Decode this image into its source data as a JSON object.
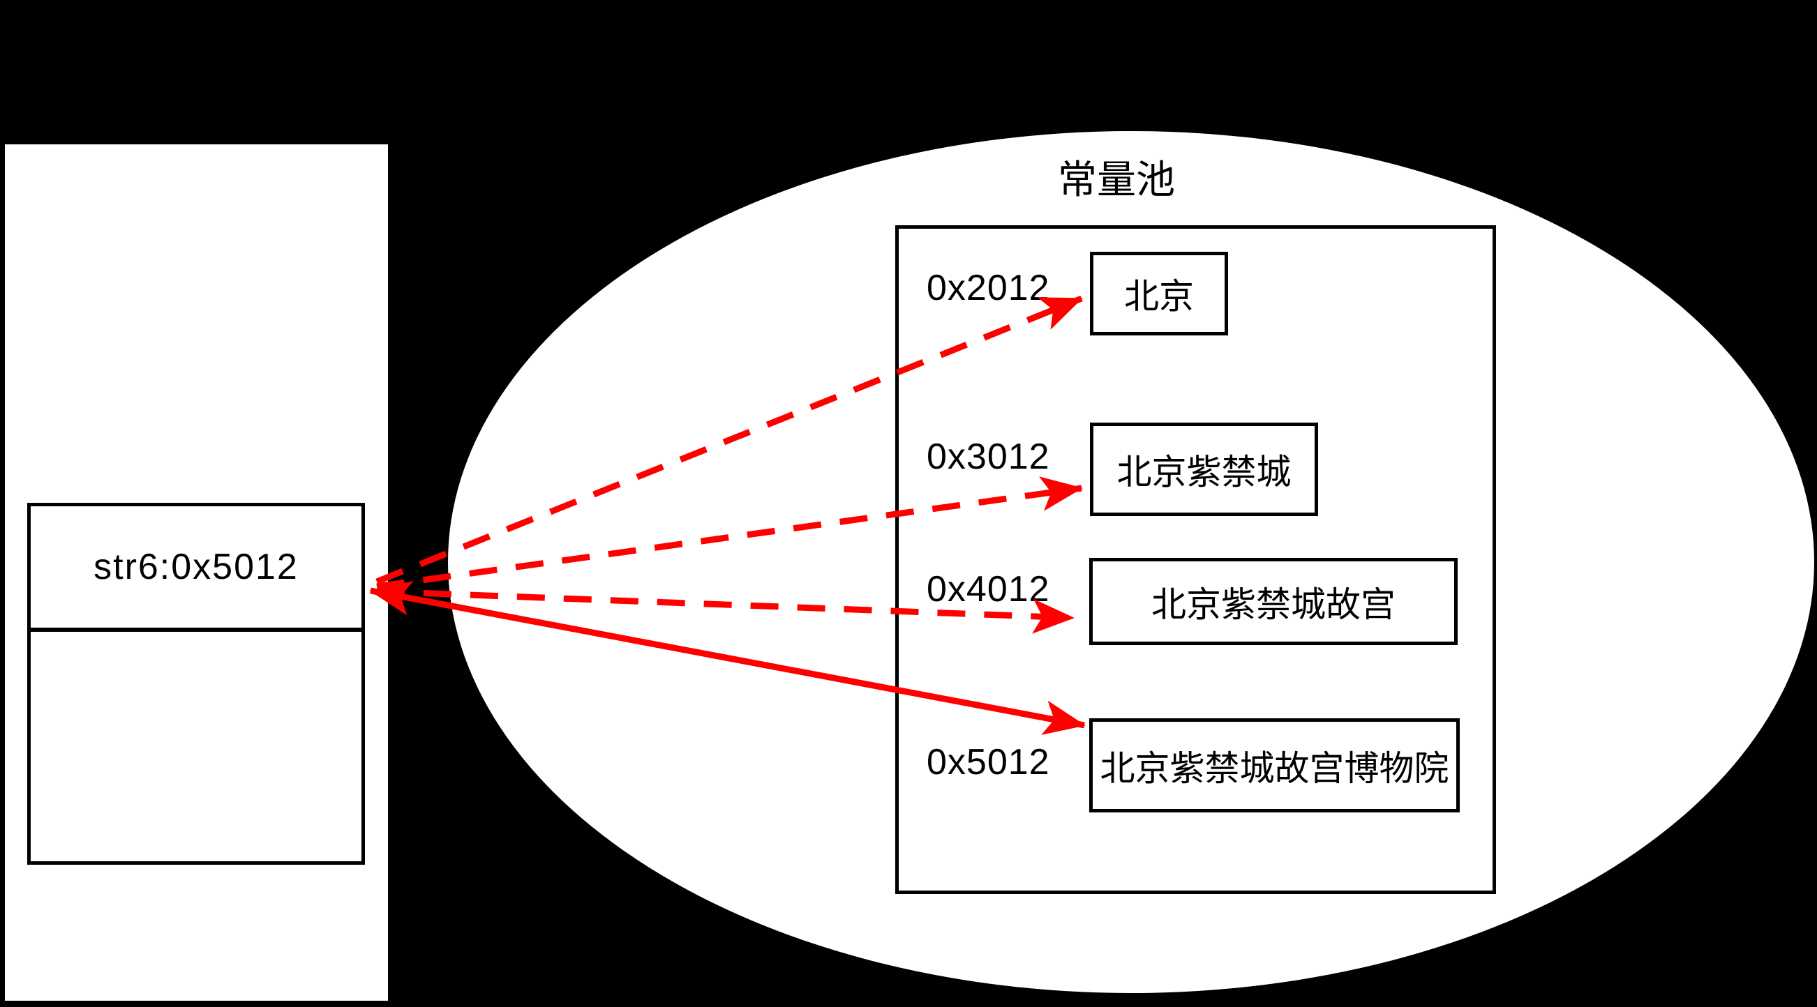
{
  "diagram": {
    "kind": "jvm-string-constant-pool-diagram",
    "colors": {
      "background": "#000000",
      "shape_fill": "#ffffff",
      "shape_stroke": "#000000",
      "arrow": "#ff0000"
    },
    "stack": {
      "cell_value": "str6:0x5012"
    },
    "pool": {
      "title": "常量池",
      "entries": [
        {
          "address": "0x2012",
          "value": "北京"
        },
        {
          "address": "0x3012",
          "value": "北京紫禁城"
        },
        {
          "address": "0x4012",
          "value": "北京紫禁城故宫"
        },
        {
          "address": "0x5012",
          "value": "北京紫禁城故宫博物院"
        }
      ]
    },
    "arrows": [
      {
        "from": "str6-cell",
        "to": "0x2012",
        "style": "dashed"
      },
      {
        "from": "str6-cell",
        "to": "0x3012",
        "style": "dashed"
      },
      {
        "from": "str6-cell",
        "to": "0x4012",
        "style": "dashed"
      },
      {
        "from": "str6-cell",
        "to": "0x5012",
        "style": "solid-double-head"
      }
    ]
  }
}
